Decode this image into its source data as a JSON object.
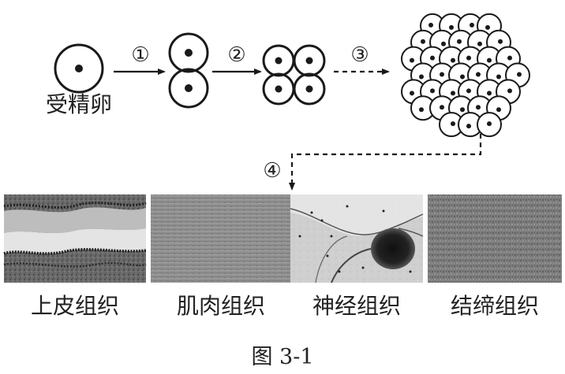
{
  "fertilized_egg_label": "受精卵",
  "steps": [
    "①",
    "②",
    "③",
    "④"
  ],
  "tissues": [
    "上皮组织",
    "肌肉组织",
    "神经组织",
    "结缔组织"
  ],
  "figure_caption": "图 3-1",
  "colors": {
    "stroke": "#1a1a1a",
    "background": "#ffffff"
  }
}
